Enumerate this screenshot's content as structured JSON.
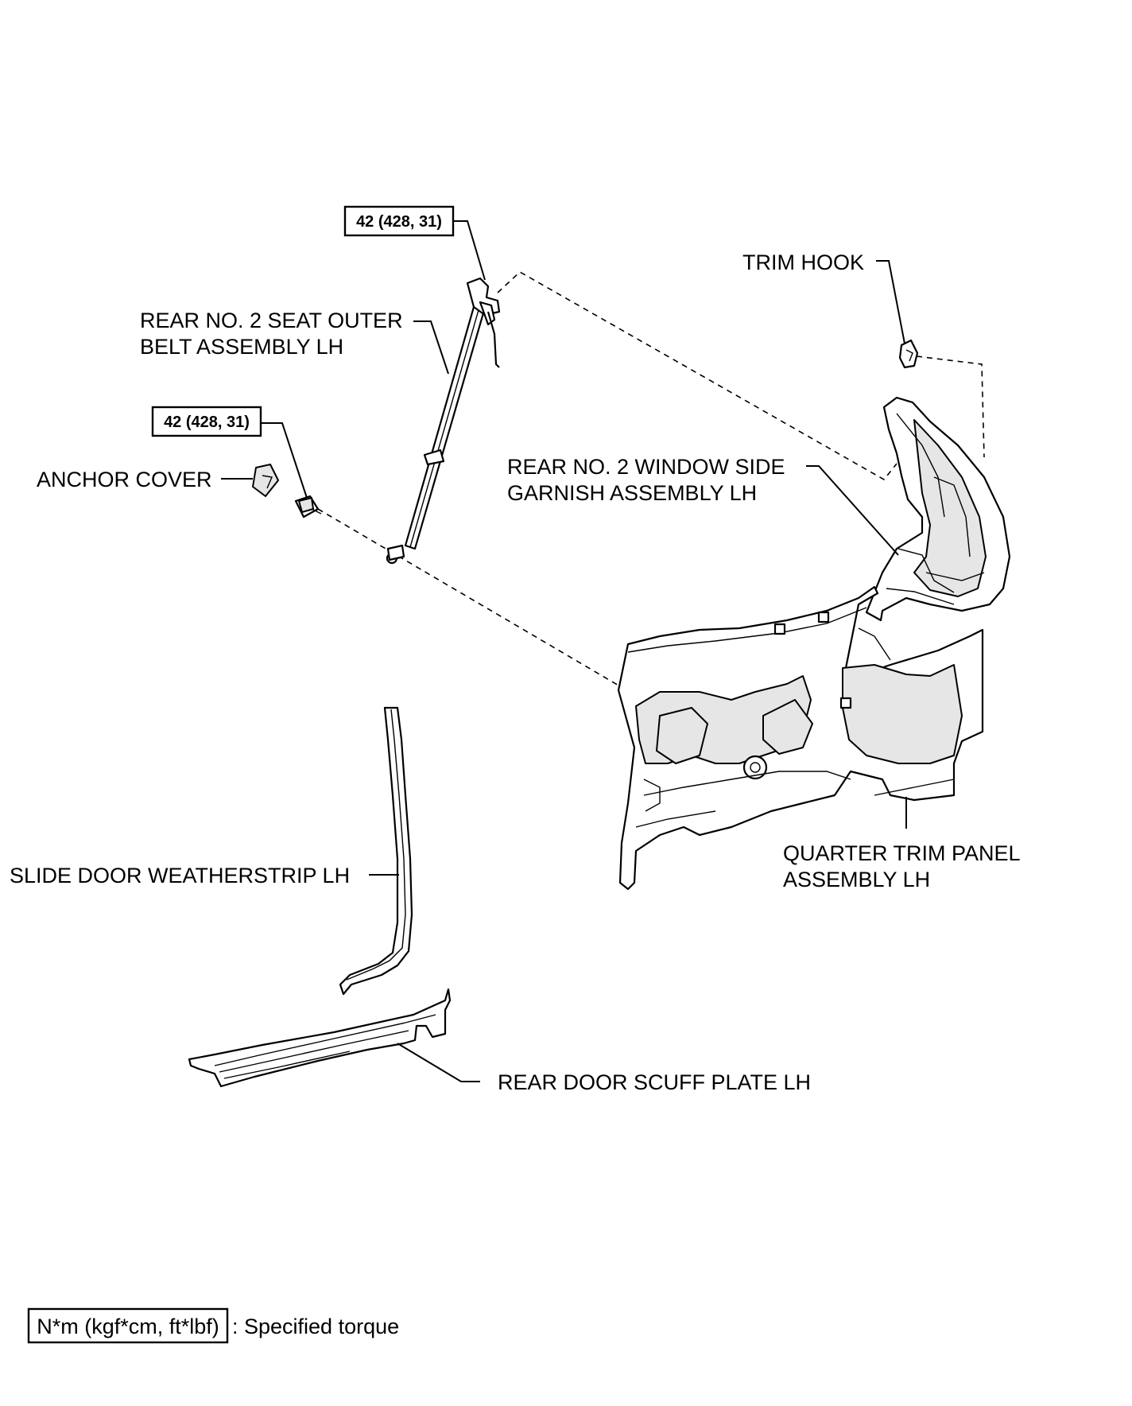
{
  "labels": {
    "rear_seat_belt": [
      "REAR NO. 2 SEAT OUTER",
      "BELT ASSEMBLY LH"
    ],
    "anchor_cover": "ANCHOR COVER",
    "trim_hook": "TRIM HOOK",
    "window_garnish": [
      "REAR NO. 2 WINDOW SIDE",
      "GARNISH ASSEMBLY LH"
    ],
    "quarter_trim": [
      "QUARTER TRIM PANEL",
      "ASSEMBLY LH"
    ],
    "weatherstrip": "SLIDE DOOR WEATHERSTRIP LH",
    "scuff_plate": "REAR DOOR SCUFF PLATE LH"
  },
  "torque": {
    "upper": "42 (428, 31)",
    "lower": "42 (428, 31)"
  },
  "legend": {
    "unit": "N*m (kgf*cm, ft*lbf)",
    "description": ": Specified torque"
  }
}
